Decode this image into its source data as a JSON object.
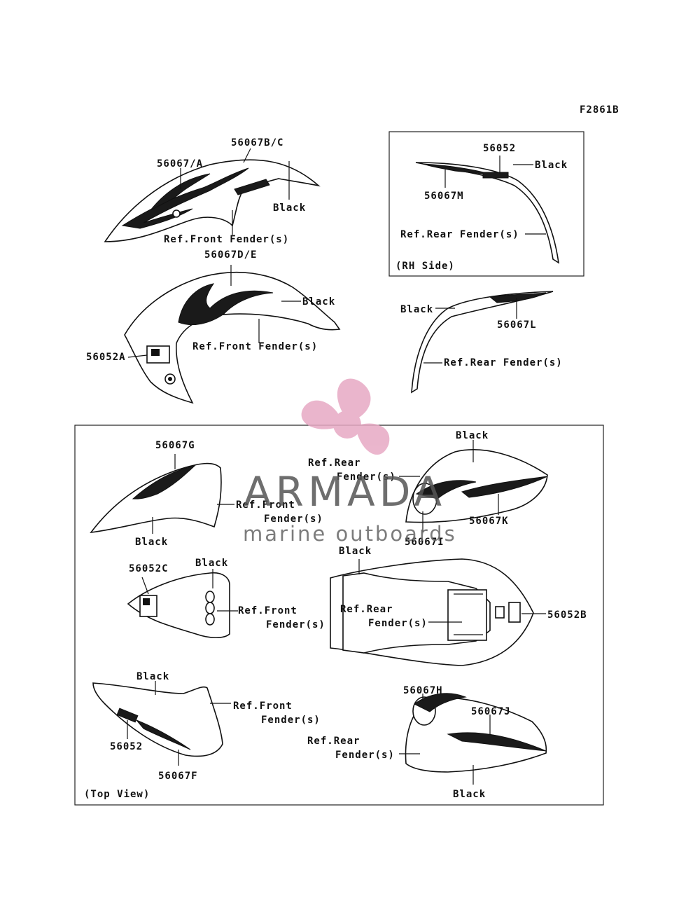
{
  "figure_code": "F2861B",
  "labels": {
    "p56067BC": "56067B/C",
    "p56067A": "56067/A",
    "black_1": "Black",
    "ref_front_1": "Ref.Front Fender(s)",
    "p56067DE": "56067D/E",
    "black_2": "Black",
    "ref_front_2": "Ref.Front Fender(s)",
    "p56052A": "56052A",
    "p56052_top": "56052",
    "black_3": "Black",
    "p56067M": "56067M",
    "ref_rear_1": "Ref.Rear Fender(s)",
    "rh_side": "(RH Side)",
    "black_4": "Black",
    "p56067L": "56067L",
    "ref_rear_2": "Ref.Rear Fender(s)",
    "p56067G": "56067G",
    "ref_front_3a": "Ref.Front",
    "ref_front_3b": "Fender(s)",
    "black_5": "Black",
    "black_6": "Black",
    "ref_rear_3a": "Ref.Rear",
    "ref_rear_3b": "Fender(s)",
    "p56067K": "56067K",
    "p56067I": "56067I",
    "p56052C": "56052C",
    "black_7": "Black",
    "ref_front_4a": "Ref.Front",
    "ref_front_4b": "Fender(s)",
    "black_8": "Black",
    "ref_rear_4a": "Ref.Rear",
    "ref_rear_4b": "Fender(s)",
    "p56052B": "56052B",
    "black_9": "Black",
    "ref_front_5a": "Ref.Front",
    "ref_front_5b": "Fender(s)",
    "p56052_bot": "56052",
    "p56067F": "56067F",
    "p56067H": "56067H",
    "p56067J": "56067J",
    "ref_rear_5a": "Ref.Rear",
    "ref_rear_5b": "Fender(s)",
    "black_10": "Black",
    "top_view": "(Top View)"
  },
  "watermark": {
    "name": "ARMADA",
    "subtitle": "marine outboards",
    "logo_color": "#e7a9c4"
  },
  "colors": {
    "line": "#111111",
    "background": "#ffffff"
  }
}
